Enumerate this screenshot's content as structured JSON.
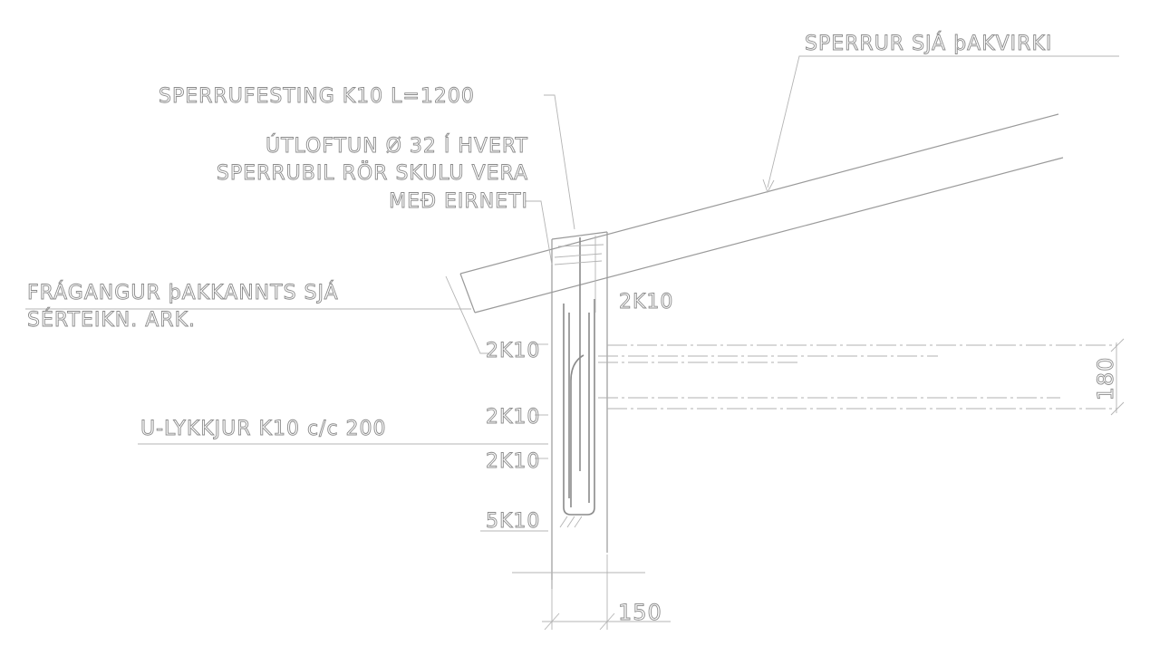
{
  "drawing": {
    "labels": {
      "sperrur": "SPERRUR SJÁ þAKVIRKI",
      "sperrufesting": "SPERRUFESTING K10 L=1200",
      "utloftun_1": "ÚTLOFTUN Ø 32 Í HVERT",
      "utloftun_2": "SPERRUBIL RÖR SKULU VERA",
      "utloftun_3": "MEÐ EIRNETI",
      "fragangur_1": "FRÁGANGUR þAKKANNTS SJÁ",
      "fragangur_2": "SÉRTEIKN. ARK.",
      "u_lykkjur": "U-LYKKJUR K10 c/c 200"
    },
    "rebar": {
      "r1": "2K10",
      "r2": "2K10",
      "r3": "2K10",
      "r4": "2K10",
      "r5": "5K10"
    },
    "dimensions": {
      "slab_thickness": "180",
      "wall_thickness": "150"
    }
  }
}
